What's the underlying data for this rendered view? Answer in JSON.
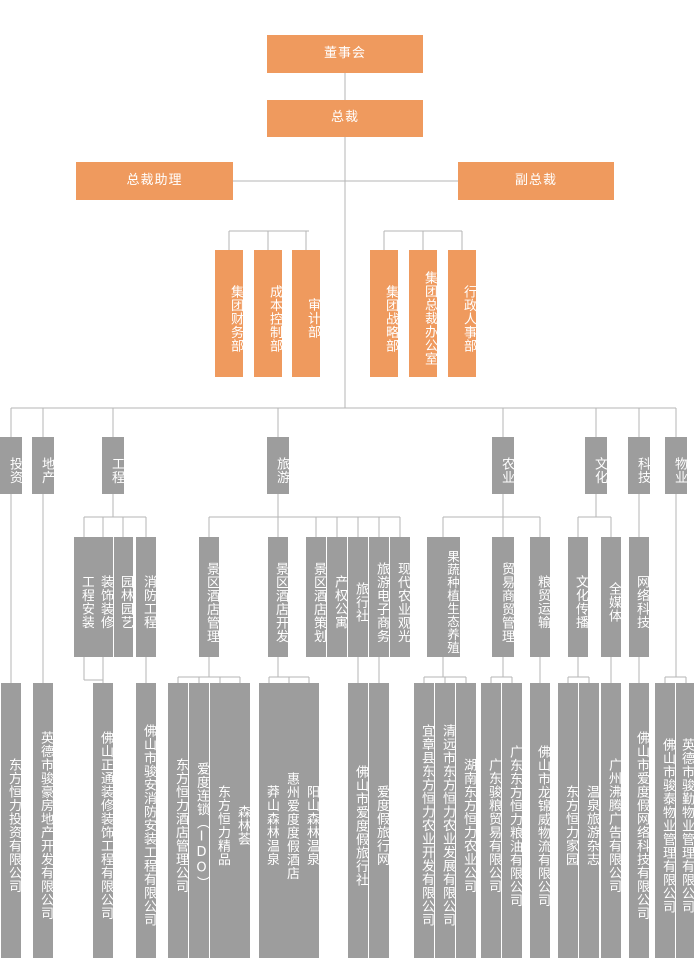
{
  "top": {
    "board": "董事会",
    "president": "总裁",
    "assistant": "总裁助理",
    "vice_president": "副总裁"
  },
  "departments": [
    "集团财务部",
    "成本控制部",
    "审计部",
    "集团战略部",
    "集团总裁办公室",
    "行政人事部"
  ],
  "sectors": [
    "投资",
    "地产",
    "工程",
    "旅游",
    "农业",
    "文化",
    "科技",
    "物业"
  ],
  "business_units": {
    "engineering": [
      "工程安装",
      "装饰装修",
      "园林园艺",
      "消防工程"
    ],
    "tourism": [
      "景区酒店管理",
      "景区酒店开发",
      "景区酒店策划",
      "产权公寓",
      "旅行社",
      "旅游电子商务",
      "现代农业观光"
    ],
    "agriculture": [
      "果蔬种植生态养殖",
      "贸易商贸管理",
      "粮贸运输"
    ],
    "culture": [
      "文化传播",
      "全媒体"
    ],
    "technology": [
      "网络科技"
    ]
  },
  "companies": [
    "东方恒力投资有限公司",
    "英德市骏豪房地产开发有限公司",
    "佛山正通装修装饰工程有限公司",
    "佛山市骏安消防安装工程有限公司",
    "东方恒力酒店管理公司",
    "爱度连锁（IDO）",
    "东方恒力精品",
    "森林荟",
    "莽山森林温泉",
    "惠州爱度度假酒店",
    "阳山森林温泉",
    "佛山市爱度假旅行社",
    "爱度假旅行网",
    "宜章县东方恒力农业开发有限公司",
    "清远市东方恒力农业发展有限公司",
    "湖南东方恒力农业公司",
    "广东骏粮贸易有限公司",
    "广东东方恒力粮油有限公司",
    "佛山市龙锦威物流有限公司",
    "东方恒力家园",
    "温泉旅游杂志",
    "广州沸腾广告有限公司",
    "佛山市爱度假网络科技有限公司",
    "佛山市骏泰物业管理有限公司",
    "英德市骏勤物业管理有限公司"
  ],
  "colors": {
    "top_box": "#ef9a5e",
    "sector_box": "#9d9d9d",
    "line": "#b5b5b5"
  }
}
